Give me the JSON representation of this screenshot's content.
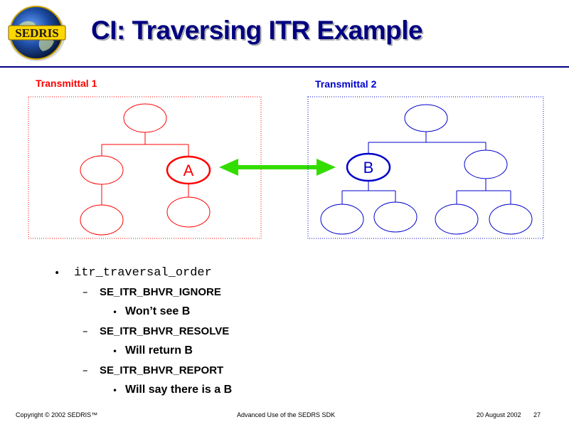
{
  "header": {
    "logo_text": "SEDRIS",
    "title": "CI: Traversing ITR Example"
  },
  "diagram": {
    "transmittal_1": {
      "label": "Transmittal 1",
      "color": "#ff0000",
      "highlighted_node": "A"
    },
    "transmittal_2": {
      "label": "Transmittal 2",
      "color": "#0000cc",
      "highlighted_node": "B"
    },
    "arrow_color": "#33dd00"
  },
  "bullets": {
    "main": "itr_traversal_order",
    "bullet_char": "•",
    "dash_char": "–",
    "items": [
      {
        "name": "SE_ITR_BHVR_IGNORE",
        "detail": "Won’t see B"
      },
      {
        "name": "SE_ITR_BHVR_RESOLVE",
        "detail": "Will return B"
      },
      {
        "name": "SE_ITR_BHVR_REPORT",
        "detail": "Will say there is a B"
      }
    ]
  },
  "footer": {
    "copyright": "Copyright © 2002 SEDRIS™",
    "center": "Advanced Use of the SEDRS SDK",
    "date": "20 August 2002",
    "page": "27"
  }
}
